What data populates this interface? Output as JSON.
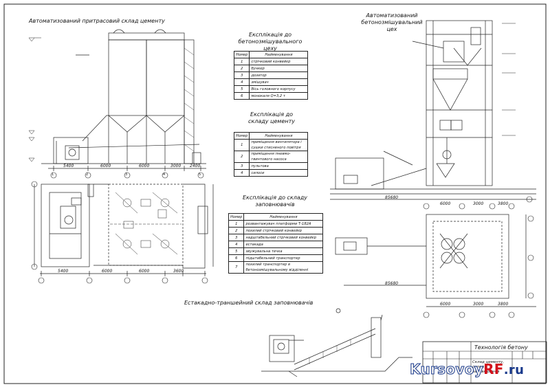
{
  "sheet": {
    "cement_store_title": "Автоматизований притрасовий склад цементу",
    "concrete_shop_title": "Автоматизований бетонозмішувальний цех",
    "aggregate_store_title": "Естакадно-траншейний склад заповнювачів",
    "stamp_title": "Технологія бетону",
    "stamp_subtitle": "Склад цементу, склад заповнювачів"
  },
  "table_shop": {
    "title": "Експлікація до бетонозмішувального цеху",
    "col_no": "Номер",
    "col_name": "Найменування",
    "rows": [
      {
        "no": "1",
        "name": "стрічковий конвейєр"
      },
      {
        "no": "2",
        "name": "бункер"
      },
      {
        "no": "3",
        "name": "дозатор"
      },
      {
        "no": "4",
        "name": "змішувач"
      },
      {
        "no": "5",
        "name": "Вісь головного корпусу"
      },
      {
        "no": "6",
        "name": "монокаля Q=3,2 т"
      }
    ]
  },
  "table_cement": {
    "title": "Експлікація до складу цементу",
    "col_no": "Номер",
    "col_name": "Найменування",
    "rows": [
      {
        "no": "1",
        "name": "приміщення вентилятора і сушки стисненого повітря"
      },
      {
        "no": "2",
        "name": "приміщення пневмо-гвинтового насоса"
      },
      {
        "no": "3",
        "name": "пультова"
      },
      {
        "no": "4",
        "name": "силоси"
      }
    ]
  },
  "table_aggr": {
    "title": "Експлікація до складу заповнювачів",
    "col_no": "Номер",
    "col_name": "Найменування",
    "rows": [
      {
        "no": "1",
        "name": "розвантажувач платформи Т-182А"
      },
      {
        "no": "2",
        "name": "похилий стрічковий конвейєр"
      },
      {
        "no": "3",
        "name": "надштабельний стрічковий конвейєр"
      },
      {
        "no": "4",
        "name": "естакада"
      },
      {
        "no": "5",
        "name": "звужувальна течка"
      },
      {
        "no": "6",
        "name": "підштабельний транспортер"
      },
      {
        "no": "7",
        "name": "похилий транспортер в бетонозмішувальному відділенні"
      }
    ]
  },
  "dims": {
    "d5400": "5400",
    "d6000": "6000",
    "d3000": "3000",
    "d2400": "2400",
    "d3600": "3600",
    "d85680": "85680",
    "d3800": "3800",
    "d6000b": "6000"
  },
  "axes": [
    "1",
    "2",
    "3",
    "4",
    "5"
  ],
  "logo": {
    "main": "Kursovoy",
    "accent": "RF",
    "suffix": ".ru"
  },
  "colors": {
    "line": "#222222",
    "logo_blue": "#1a3a8c",
    "logo_red": "#d10f1a"
  }
}
